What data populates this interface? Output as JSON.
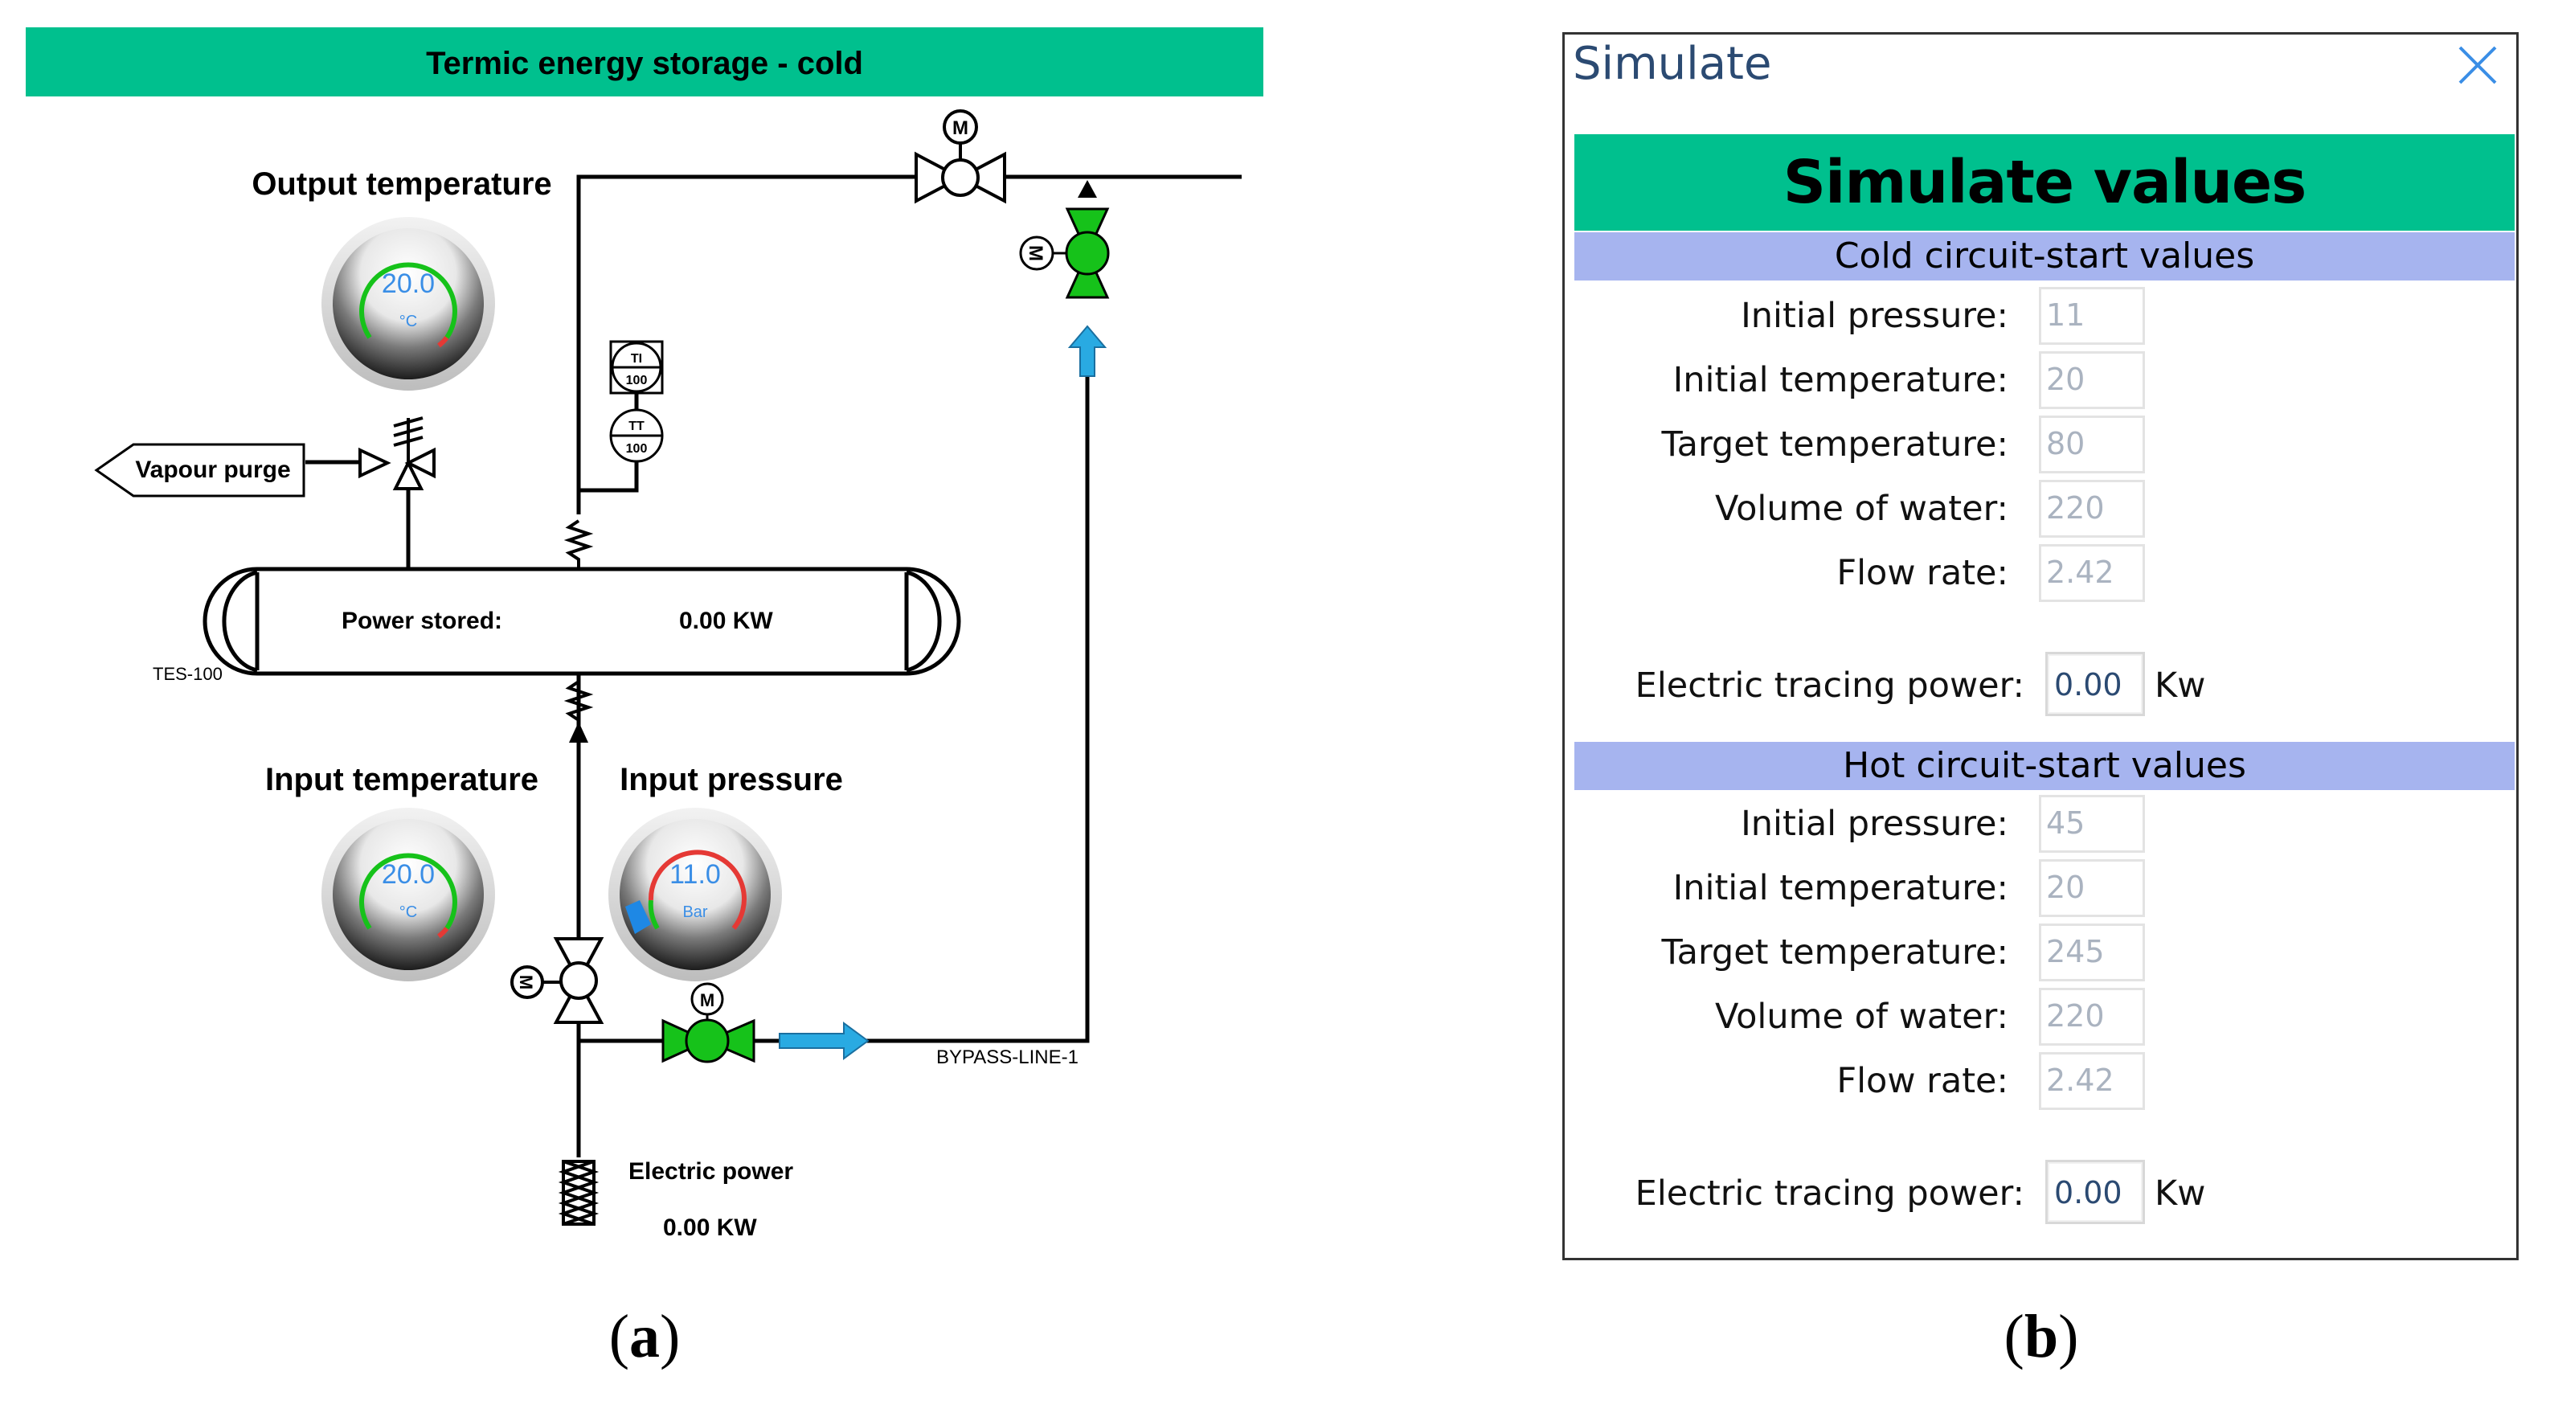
{
  "panel_a": {
    "banner_title": "Termic energy storage - cold",
    "output_temperature": {
      "label": "Output temperature",
      "value": "20.0",
      "unit": "°C"
    },
    "input_temperature": {
      "label": "Input temperature",
      "value": "20.0",
      "unit": "°C"
    },
    "input_pressure": {
      "label": "Input pressure",
      "value": "11.0",
      "unit": "Bar"
    },
    "vapour_purge": "Vapour purge",
    "power_stored_label": "Power stored:",
    "power_stored_value": "0.00 KW",
    "tank_tag": "TES-100",
    "ti_tag": "TI",
    "ti_num": "100",
    "tt_tag": "TT",
    "tt_num": "100",
    "motor_label": "M",
    "bypass_label": "BYPASS-LINE-1",
    "electric_power_label": "Electric power",
    "electric_power_value": "0.00 KW",
    "caption": "a"
  },
  "panel_b": {
    "window_title": "Simulate",
    "header": "Simulate values",
    "cold": {
      "title": "Cold circuit-start values",
      "fields": [
        {
          "label": "Initial pressure:",
          "value": "11"
        },
        {
          "label": "Initial temperature:",
          "value": "20"
        },
        {
          "label": "Target temperature:",
          "value": "80"
        },
        {
          "label": "Volume of water:",
          "value": "220"
        },
        {
          "label": "Flow rate:",
          "value": "2.42"
        }
      ],
      "tracing_label": "Electric tracing power:",
      "tracing_value": "0.00",
      "tracing_unit": "Kw"
    },
    "hot": {
      "title": "Hot circuit-start values",
      "fields": [
        {
          "label": "Initial pressure:",
          "value": "45"
        },
        {
          "label": "Initial temperature:",
          "value": "20"
        },
        {
          "label": "Target temperature:",
          "value": "245"
        },
        {
          "label": "Volume of water:",
          "value": "220"
        },
        {
          "label": "Flow rate:",
          "value": "2.42"
        }
      ],
      "tracing_label": "Electric tracing power:",
      "tracing_value": "0.00",
      "tracing_unit": "Kw"
    },
    "caption": "b"
  },
  "colors": {
    "accent_green": "#00c08e",
    "section_blue": "#a6b4ef",
    "valve_green": "#16c21a",
    "arrow_blue": "#29aae2"
  },
  "icons": [
    "close-icon",
    "motor-icon",
    "valve-icon",
    "arrow-icon",
    "gauge-icon",
    "heater-icon",
    "relief-valve-icon"
  ]
}
